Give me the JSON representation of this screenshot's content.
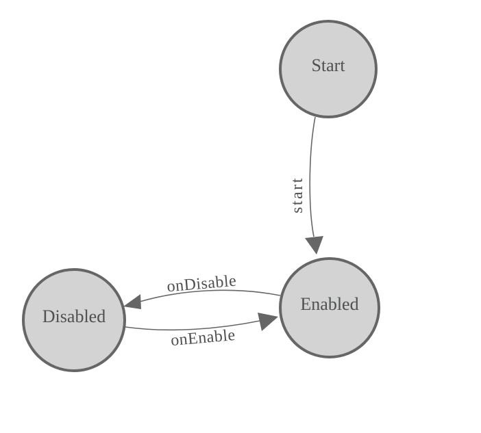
{
  "diagram": {
    "kind": "state-machine",
    "background_color": "#ffffff",
    "node_fill_color": "#d3d3d3",
    "node_border_color": "#666666",
    "edge_line_color": "#666666",
    "label_color": "#4e5052",
    "nodes": [
      {
        "id": "Start",
        "label": "Start"
      },
      {
        "id": "Enabled",
        "label": "Enabled"
      },
      {
        "id": "Disabled",
        "label": "Disabled"
      }
    ],
    "edges": [
      {
        "from": "Start",
        "to": "Enabled",
        "label": "start"
      },
      {
        "from": "Enabled",
        "to": "Disabled",
        "label": "onDisable"
      },
      {
        "from": "Disabled",
        "to": "Enabled",
        "label": "onEnable"
      }
    ]
  }
}
